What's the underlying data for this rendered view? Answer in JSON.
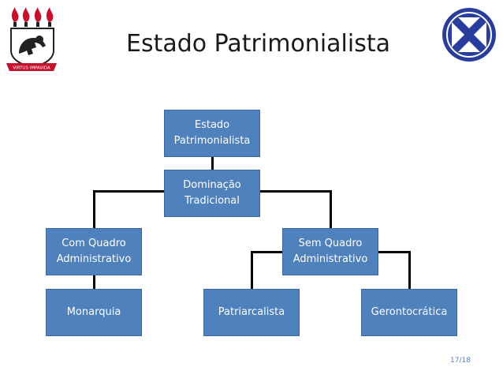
{
  "slide": {
    "title": "Estado Patrimonialista",
    "page_number": "17/18"
  },
  "logos": {
    "left": {
      "banner_text": "VIRTUS IMPAVIDA",
      "colors": {
        "flame": "#c8102e",
        "shield": "#222222"
      }
    },
    "right": {
      "colors": {
        "ring": "#2b3d9c",
        "fill": "#ffffff"
      }
    }
  },
  "diagram": {
    "nodes": {
      "root": {
        "line1": "Estado",
        "line2": "Patrimonialista"
      },
      "dominacao": {
        "line1": "Dominação",
        "line2": "Tradicional"
      },
      "com_quadro": {
        "line1": "Com Quadro",
        "line2": "Administrativo"
      },
      "sem_quadro": {
        "line1": "Sem Quadro",
        "line2": "Administrativo"
      },
      "monarquia": {
        "line1": "Monarquia"
      },
      "patriarcalista": {
        "line1": "Patriarcalista"
      },
      "gerontocratica": {
        "line1": "Gerontocrática"
      }
    },
    "colors": {
      "box_fill": "#4f81bd",
      "box_text": "#ffffff",
      "connector": "#000000"
    }
  }
}
